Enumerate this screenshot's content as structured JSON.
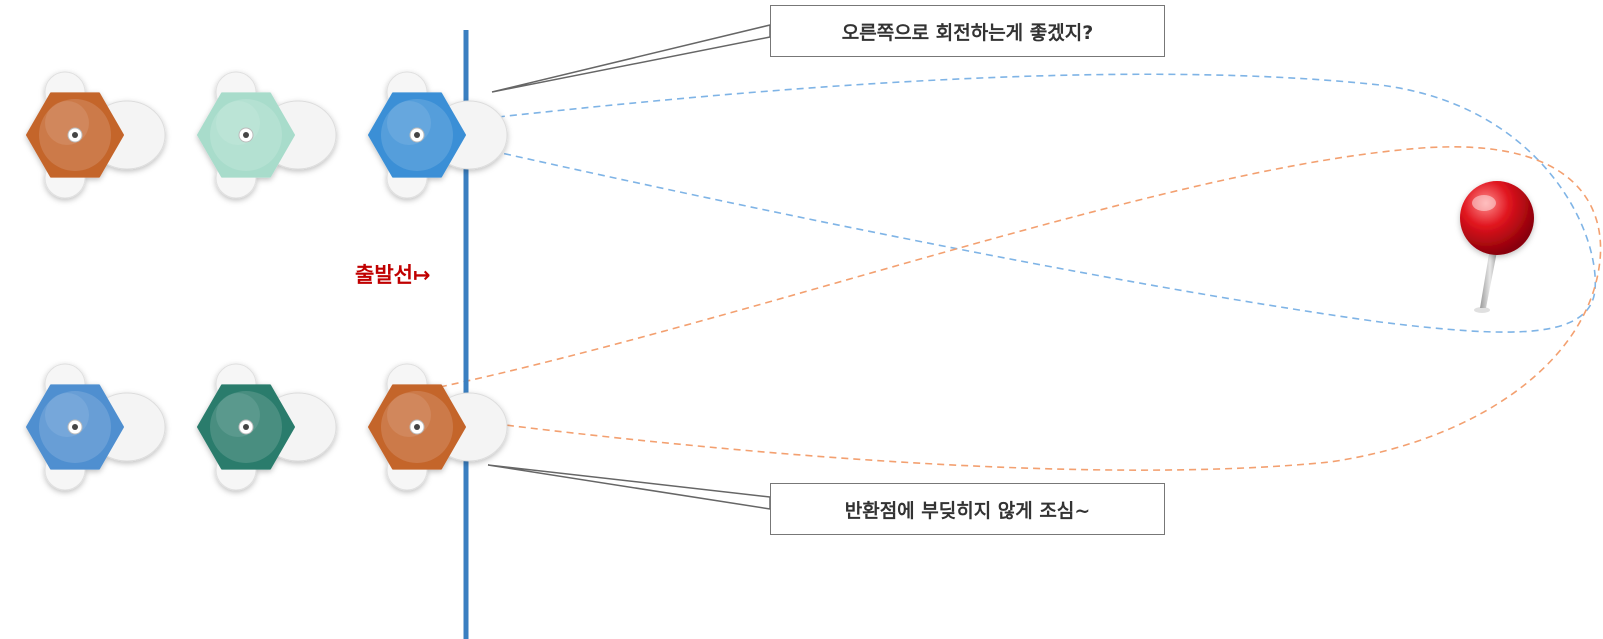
{
  "callouts": {
    "top": "오른쪽으로 회전하는게 좋겠지?",
    "bottom": "반환점에 부딪히지 않게 조심~"
  },
  "start_line": {
    "label": "출발선↦",
    "color": "#3a7fc1",
    "label_color": "#c00000"
  },
  "robots": {
    "top_row": [
      {
        "color": "#c4652c",
        "name": "orange"
      },
      {
        "color": "#a8dccb",
        "name": "mint"
      },
      {
        "color": "#3a8fd6",
        "name": "blue"
      }
    ],
    "bottom_row": [
      {
        "color": "#4f8fd0",
        "name": "blue"
      },
      {
        "color": "#2a7c6c",
        "name": "teal"
      },
      {
        "color": "#c4652c",
        "name": "orange"
      }
    ]
  },
  "paths": {
    "top_path_color": "#7fb4e6",
    "bottom_path_color": "#f3a070"
  },
  "pin": {
    "icon": "red-pushpin-icon",
    "color": "#e0141e"
  }
}
